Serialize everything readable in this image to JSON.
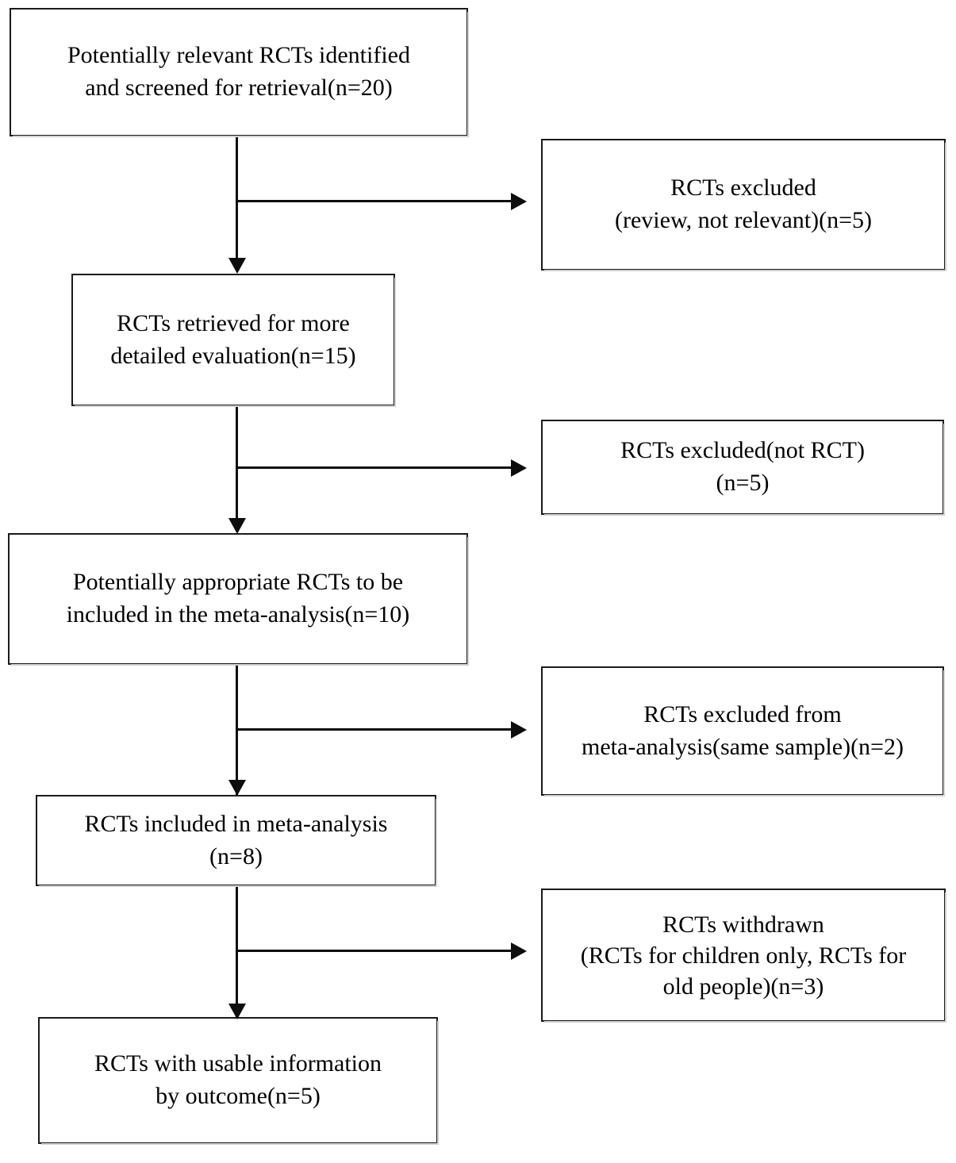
{
  "diagram": {
    "type": "prisma-style-study-selection-flowchart",
    "title": "RCT selection flow diagram",
    "accent_color": "#000000",
    "box_border_color": "#1a1a1a",
    "background_color": "#ffffff"
  },
  "nodes": [
    {
      "id": "identified",
      "role": "main",
      "lines": [
        "Potentially relevant RCTs identified",
        "and screened for retrieval(n=20)"
      ],
      "count_label": "n=20",
      "count": 20
    },
    {
      "id": "excluded-review",
      "role": "excluded",
      "lines": [
        "RCTs excluded",
        "(review, not relevant)(n=5)"
      ],
      "count_label": "n=5",
      "count": 5
    },
    {
      "id": "retrieved",
      "role": "main",
      "lines": [
        "RCTs retrieved for more",
        "detailed evaluation(n=15)"
      ],
      "count_label": "n=15",
      "count": 15
    },
    {
      "id": "excluded-not-rct",
      "role": "excluded",
      "lines": [
        "RCTs excluded(not RCT)",
        "(n=5)"
      ],
      "count_label": "n=5",
      "count": 5
    },
    {
      "id": "appropriate",
      "role": "main",
      "lines": [
        "Potentially appropriate RCTs to be",
        "included in the meta-analysis(n=10)"
      ],
      "count_label": "n=10",
      "count": 10
    },
    {
      "id": "excluded-same-sample",
      "role": "excluded",
      "lines": [
        "RCTs excluded from",
        "meta-analysis(same sample)(n=2)"
      ],
      "count_label": "n=2",
      "count": 2
    },
    {
      "id": "included",
      "role": "main",
      "lines": [
        "RCTs included in meta-analysis",
        "(n=8)"
      ],
      "count_label": "n=8",
      "count": 8
    },
    {
      "id": "withdrawn",
      "role": "excluded",
      "lines": [
        "RCTs withdrawn",
        "(RCTs for children only, RCTs for",
        "old people)(n=3)"
      ],
      "count_label": "n=3",
      "count": 3
    },
    {
      "id": "usable",
      "role": "main",
      "lines": [
        "RCTs with usable information",
        "by outcome(n=5)"
      ],
      "count_label": "n=5",
      "count": 5
    }
  ],
  "edges": [
    {
      "from": "identified",
      "to": "retrieved",
      "kind": "down"
    },
    {
      "from": "identified",
      "to": "excluded-review",
      "kind": "right"
    },
    {
      "from": "retrieved",
      "to": "appropriate",
      "kind": "down"
    },
    {
      "from": "retrieved",
      "to": "excluded-not-rct",
      "kind": "right"
    },
    {
      "from": "appropriate",
      "to": "included",
      "kind": "down"
    },
    {
      "from": "appropriate",
      "to": "excluded-same-sample",
      "kind": "right"
    },
    {
      "from": "included",
      "to": "usable",
      "kind": "down"
    },
    {
      "from": "included",
      "to": "withdrawn",
      "kind": "right"
    }
  ]
}
